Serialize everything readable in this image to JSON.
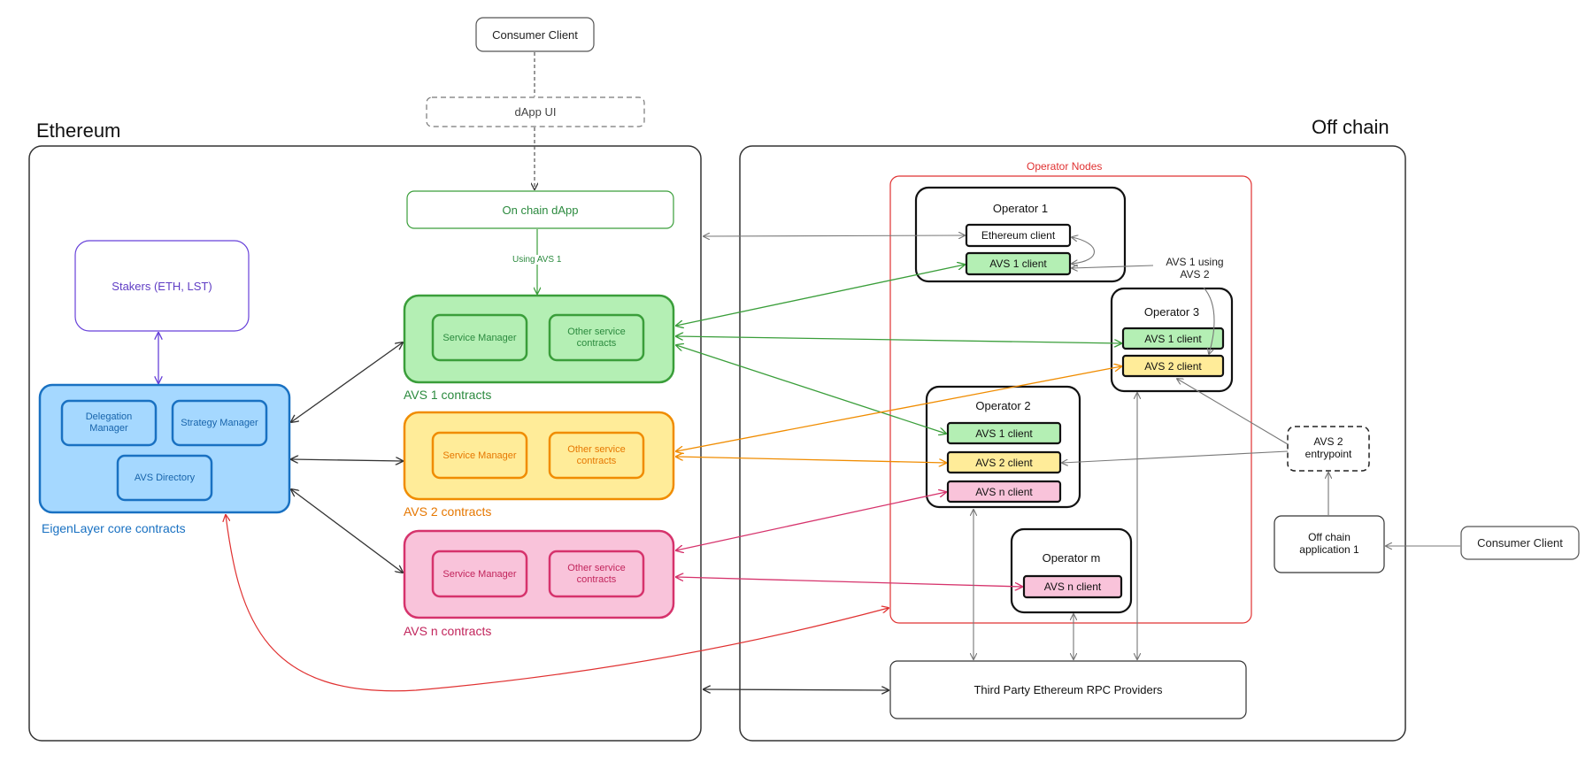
{
  "sections": {
    "ethereum": "Ethereum",
    "offchain": "Off chain"
  },
  "top": {
    "consumer_client": "Consumer Client",
    "dapp_ui": "dApp UI"
  },
  "onchain": {
    "dapp": "On chain dApp",
    "using_avs1": "Using AVS 1"
  },
  "stakers": "Stakers (ETH, LST)",
  "eigenlayer": {
    "label": "EigenLayer core contracts",
    "delegation_manager": "Delegation Manager",
    "strategy_manager": "Strategy Manager",
    "avs_directory": "AVS Directory"
  },
  "avs_contracts": [
    {
      "label": "AVS 1 contracts",
      "service_manager": "Service Manager",
      "other": "Other service contracts"
    },
    {
      "label": "AVS 2 contracts",
      "service_manager": "Service Manager",
      "other": "Other service contracts"
    },
    {
      "label": "AVS n contracts",
      "service_manager": "Service Manager",
      "other": "Other service contracts"
    }
  ],
  "operators": {
    "group_label": "Operator Nodes",
    "op1": {
      "title": "Operator 1",
      "eth_client": "Ethereum client",
      "avs1": "AVS 1 client"
    },
    "op2": {
      "title": "Operator 2",
      "avs1": "AVS 1 client",
      "avs2": "AVS 2 client",
      "avsn": "AVS n client"
    },
    "op3": {
      "title": "Operator 3",
      "avs1": "AVS 1 client",
      "avs2": "AVS 2 client"
    },
    "opm": {
      "title": "Operator m",
      "avsn": "AVS n client"
    },
    "avs1_using_avs2": "AVS 1 using AVS 2"
  },
  "offchain_side": {
    "avs2_entrypoint": "AVS 2 entrypoint",
    "offchain_app": "Off chain application 1",
    "consumer_client": "Consumer Client",
    "rpc_providers": "Third Party Ethereum RPC Providers"
  },
  "colors": {
    "green": "#3a9e3a",
    "green_fill": "#b4efb4",
    "orange": "#f08c00",
    "orange_fill": "#ffec99",
    "pink": "#d6336c",
    "pink_fill": "#f9c3da",
    "blue": "#1971c2",
    "blue_fill": "#a5d8ff",
    "purple": "#6741d9",
    "red": "#e03131"
  }
}
